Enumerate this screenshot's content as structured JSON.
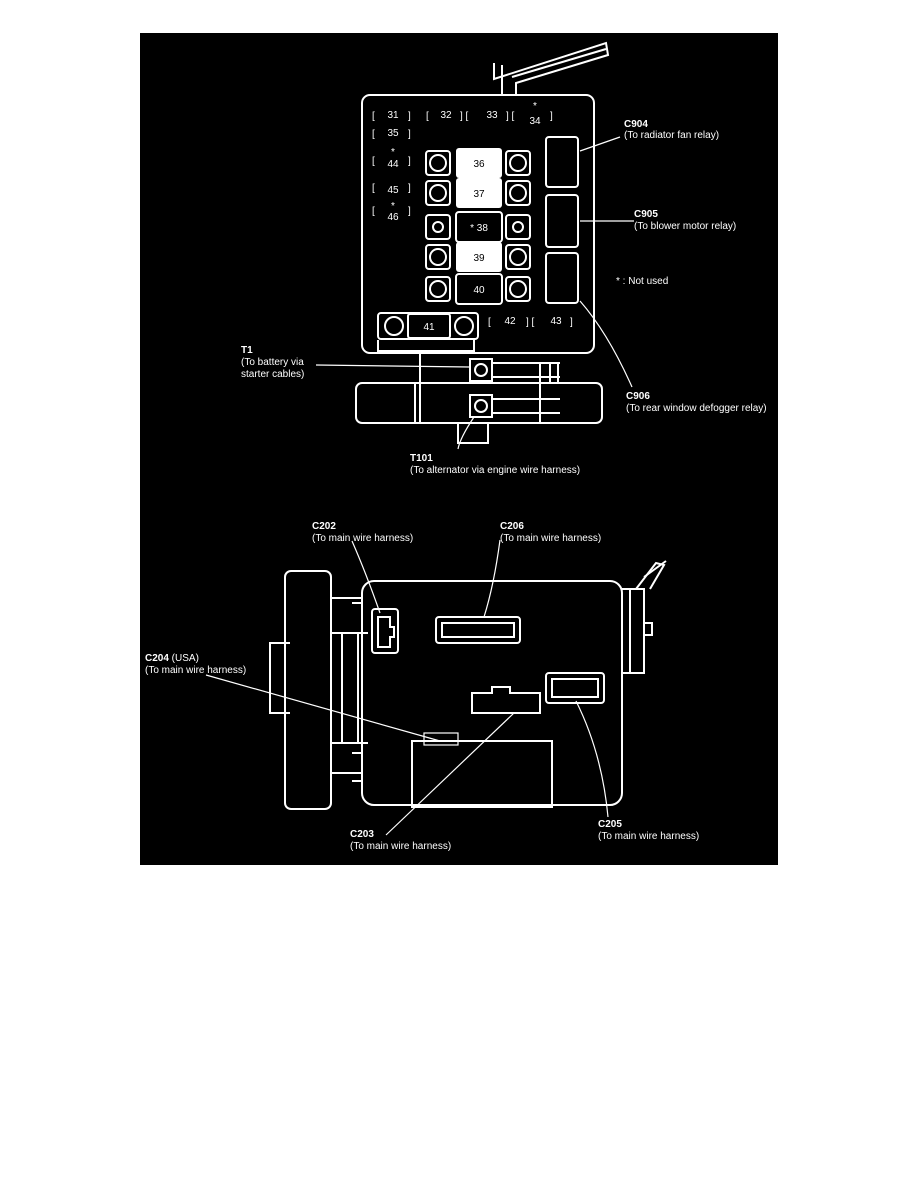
{
  "fuses": {
    "f31": "31",
    "f32": "32",
    "f33": "33",
    "f34": "34",
    "f35": "35",
    "f36": "36",
    "f37": "37",
    "f38": "38",
    "f39": "39",
    "f40": "40",
    "f41": "41",
    "f42": "42",
    "f43": "43",
    "f44": "44",
    "f45": "45",
    "f46": "46",
    "star": "*",
    "star38": "* 38"
  },
  "callouts": {
    "c904": {
      "id": "C904",
      "desc": "(To radiator fan relay)"
    },
    "c905": {
      "id": "C905",
      "desc": "(To blower motor relay)"
    },
    "c906": {
      "id": "C906",
      "desc": "(To rear window defogger relay)"
    },
    "not_used": "* : Not used",
    "t1": {
      "id": "T1",
      "desc1": "(To battery via",
      "desc2": "starter cables)"
    },
    "t101": {
      "id": "T101",
      "desc": "(To alternator via engine wire harness)"
    },
    "c202": {
      "id": "C202",
      "desc": "(To main wire harness)"
    },
    "c206": {
      "id": "C206",
      "desc": "(To main wire harness)"
    },
    "c204": {
      "id": "C204",
      "suffix": " (USA)",
      "desc": "(To main wire harness)"
    },
    "c203": {
      "id": "C203",
      "desc": "(To main wire harness)"
    },
    "c205": {
      "id": "C205",
      "desc": "(To main wire harness)"
    }
  },
  "colors": {
    "panel": "#000000",
    "line": "#ffffff",
    "page": "#ffffff"
  }
}
